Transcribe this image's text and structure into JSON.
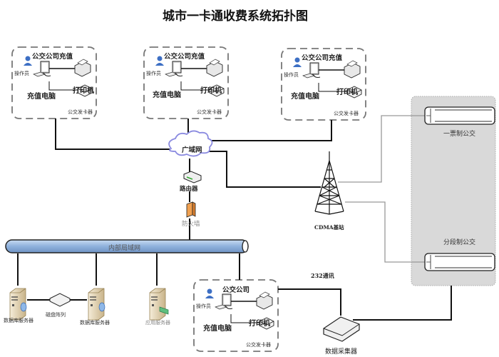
{
  "title": "城市一卡通收费系统拓扑图",
  "recharge_boxes": [
    {
      "title": "公交公司充值",
      "operator": "操作员",
      "pc": "充值电脑",
      "printer": "打印机",
      "card_issuer": "公交发卡器"
    },
    {
      "title": "公交公司充值",
      "operator": "操作员",
      "pc": "充值电脑",
      "printer": "打印机",
      "card_issuer": "公交发卡器"
    },
    {
      "title": "公交公司充值",
      "operator": "操作员",
      "pc": "充值电脑",
      "printer": "打印机",
      "card_issuer": "公交发卡器"
    }
  ],
  "company_box": {
    "title": "公交公司",
    "operator": "操作员",
    "pc": "充值电脑",
    "printer": "打印机",
    "card_issuer": "公交发卡器"
  },
  "wan": "广域网",
  "router": "路由器",
  "firewall": "防火墙",
  "lan": "内部局域网",
  "tower": "CDMA基站",
  "bus_single": "一票制公交",
  "bus_segment": "分段制公交",
  "comm_232": "232通讯",
  "collector": "数据采集器",
  "servers": {
    "db1": "数据库服务器",
    "disk": "磁盘阵列",
    "db2": "数据库服务器",
    "app": "应用服务器"
  },
  "colors": {
    "bus_panel": "#d9d9d9",
    "lan_pipe": "#9dbbe0",
    "cloud_stroke": "#8a8ae0",
    "firewall": "#f0a050"
  }
}
